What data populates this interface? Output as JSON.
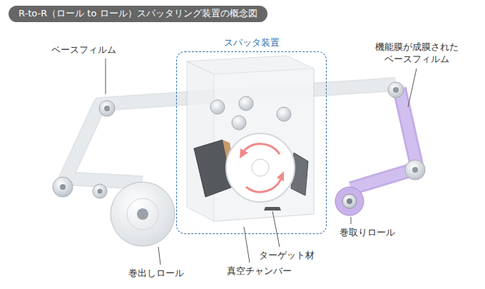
{
  "diagram": {
    "title": "R-to-R（ロール to ロール）スパッタリング装置の概念図",
    "nodes": [
      {
        "text": [
          "スパッタ装置"
        ]
      }
    ],
    "labels": [
      "ベースフィルム",
      "機能膜が成膜された ベースフィルム",
      "巻取りロール",
      "ターゲット材",
      "真空チャンバー",
      "巻出しロール"
    ]
  }
}
